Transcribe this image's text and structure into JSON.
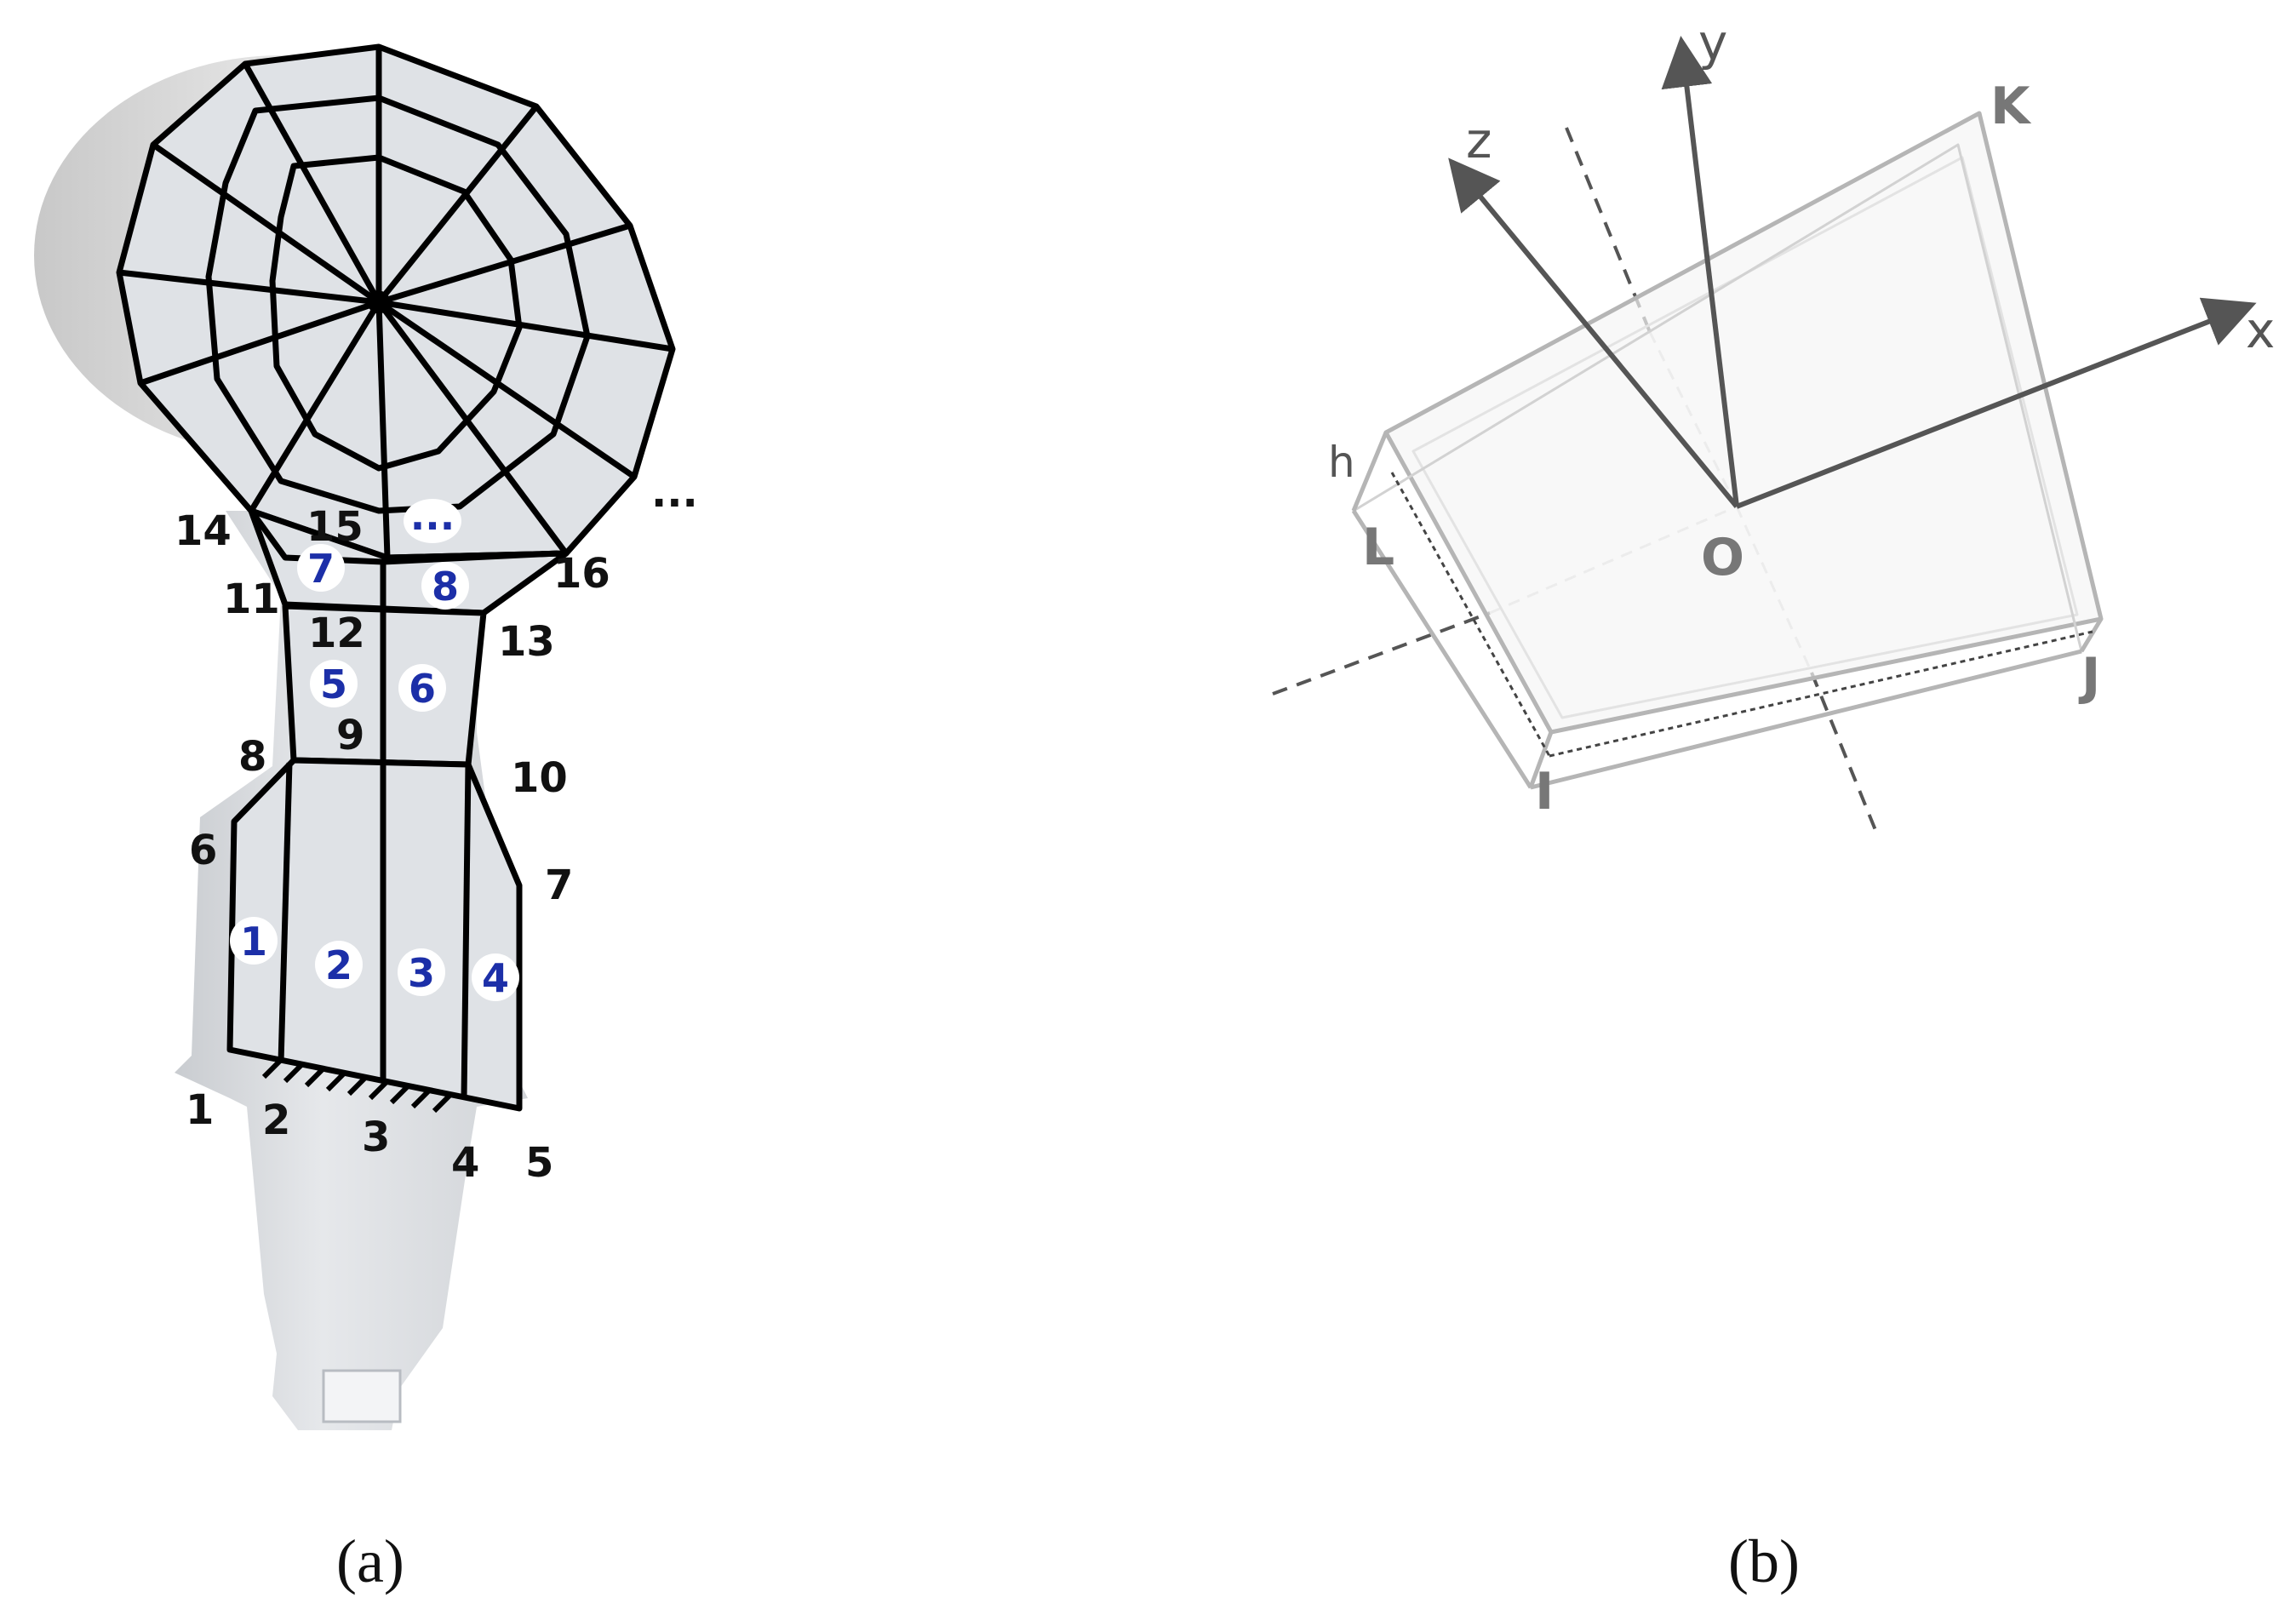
{
  "panel_a": {
    "caption": "(a)",
    "node_labels": [
      "1",
      "2",
      "3",
      "4",
      "5",
      "6",
      "7",
      "8",
      "9",
      "10",
      "11",
      "12",
      "13",
      "14",
      "15",
      "16"
    ],
    "element_labels": [
      "1",
      "2",
      "3",
      "4",
      "5",
      "6",
      "7",
      "8",
      "..."
    ],
    "ellipsis": "...",
    "colors": {
      "mesh": "#000000",
      "element_label": "#1c2fa8",
      "part": "#d9dde2"
    }
  },
  "panel_b": {
    "caption": "(b)",
    "axes": [
      "x",
      "y",
      "z"
    ],
    "origin": "O",
    "corners": [
      "K",
      "L",
      "J",
      "I"
    ],
    "thickness_label": "h",
    "colors": {
      "axes": "#555555",
      "plate": "#bdbdbd"
    }
  }
}
